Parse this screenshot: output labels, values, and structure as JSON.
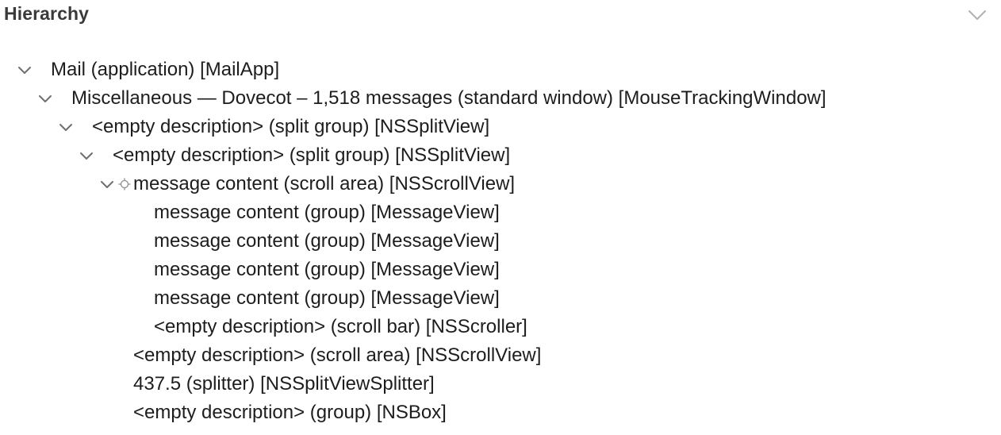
{
  "panel": {
    "title": "Hierarchy",
    "collapse_icon": "chevron-down-icon"
  },
  "tree": {
    "rows": [
      {
        "label": "Mail (application) [MailApp]",
        "expanded": true
      },
      {
        "label": "Miscellaneous — Dovecot – 1,518 messages (standard window) [MouseTrackingWindow]",
        "expanded": true
      },
      {
        "label": "<empty description> (split group) [NSSplitView]",
        "expanded": true
      },
      {
        "label": "<empty description> (split group) [NSSplitView]",
        "expanded": true
      },
      {
        "label": "message content (scroll area) [NSScrollView]",
        "expanded": true,
        "icon": "crosshair-target-icon"
      },
      {
        "label": "message content (group) [MessageView]"
      },
      {
        "label": "message content (group) [MessageView]"
      },
      {
        "label": "message content (group) [MessageView]"
      },
      {
        "label": "message content (group) [MessageView]"
      },
      {
        "label": "<empty description> (scroll bar) [NSScroller]"
      },
      {
        "label": "<empty description> (scroll area) [NSScrollView]"
      },
      {
        "label": "437.5 (splitter) [NSSplitViewSplitter]"
      },
      {
        "label": "<empty description> (group) [NSBox]"
      }
    ]
  },
  "colors": {
    "text": "#1d1d1f",
    "title": "#3a3a3c",
    "chevron": "#6e6e73",
    "header_chevron": "#b0b0b5",
    "background": "#ffffff"
  }
}
